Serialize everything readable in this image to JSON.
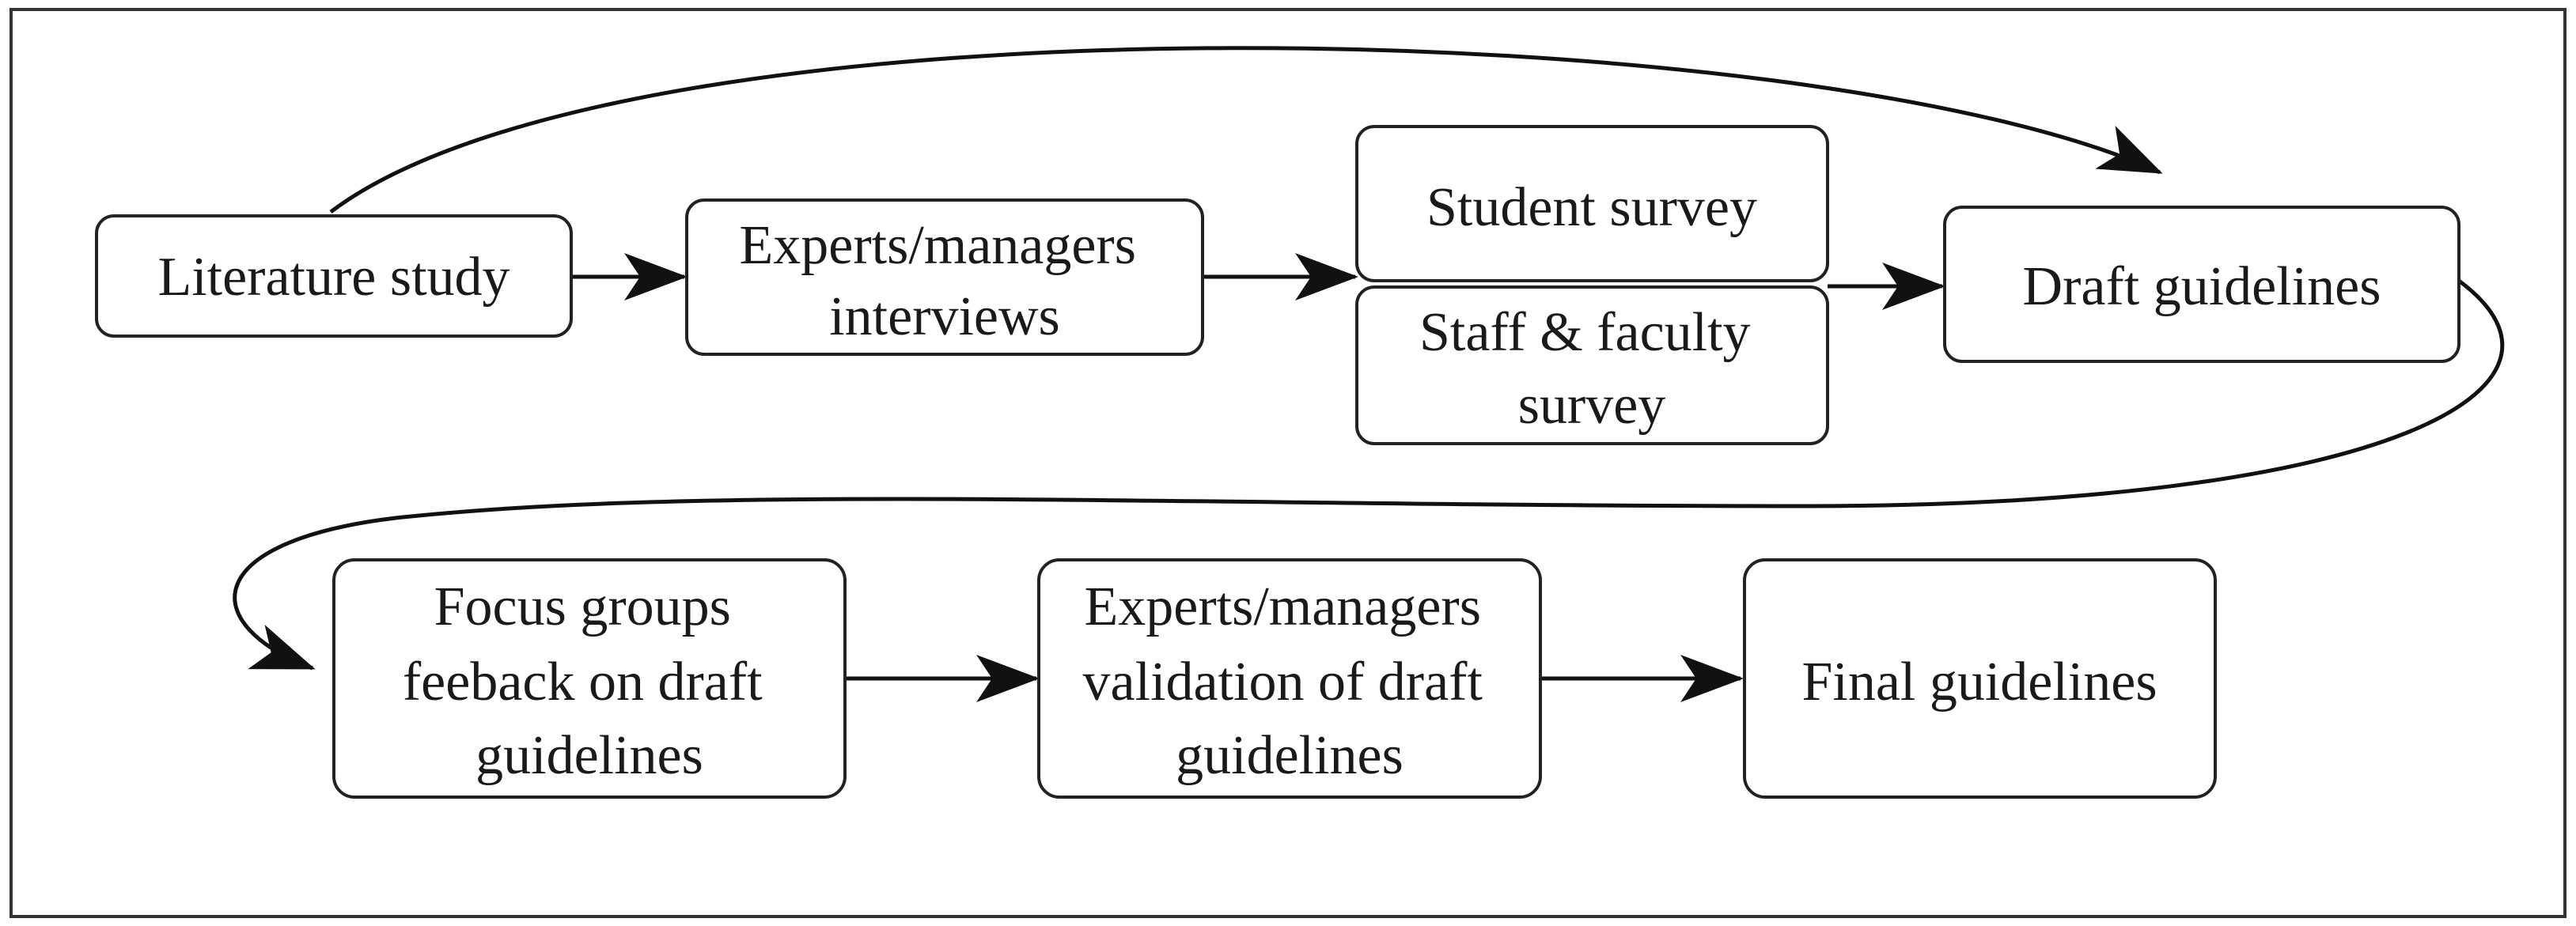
{
  "nodes": {
    "literature_study": [
      "Literature study"
    ],
    "experts_interviews": [
      "Experts/managers",
      "interviews"
    ],
    "student_survey": [
      "Student survey"
    ],
    "staff_faculty_survey": [
      "Staff & faculty",
      "survey"
    ],
    "draft_guidelines": [
      "Draft guidelines"
    ],
    "focus_groups": [
      "Focus groups",
      "feeback on draft",
      "guidelines"
    ],
    "experts_validation": [
      "Experts/managers",
      "validation of draft",
      "guidelines"
    ],
    "final_guidelines": [
      "Final guidelines"
    ]
  }
}
